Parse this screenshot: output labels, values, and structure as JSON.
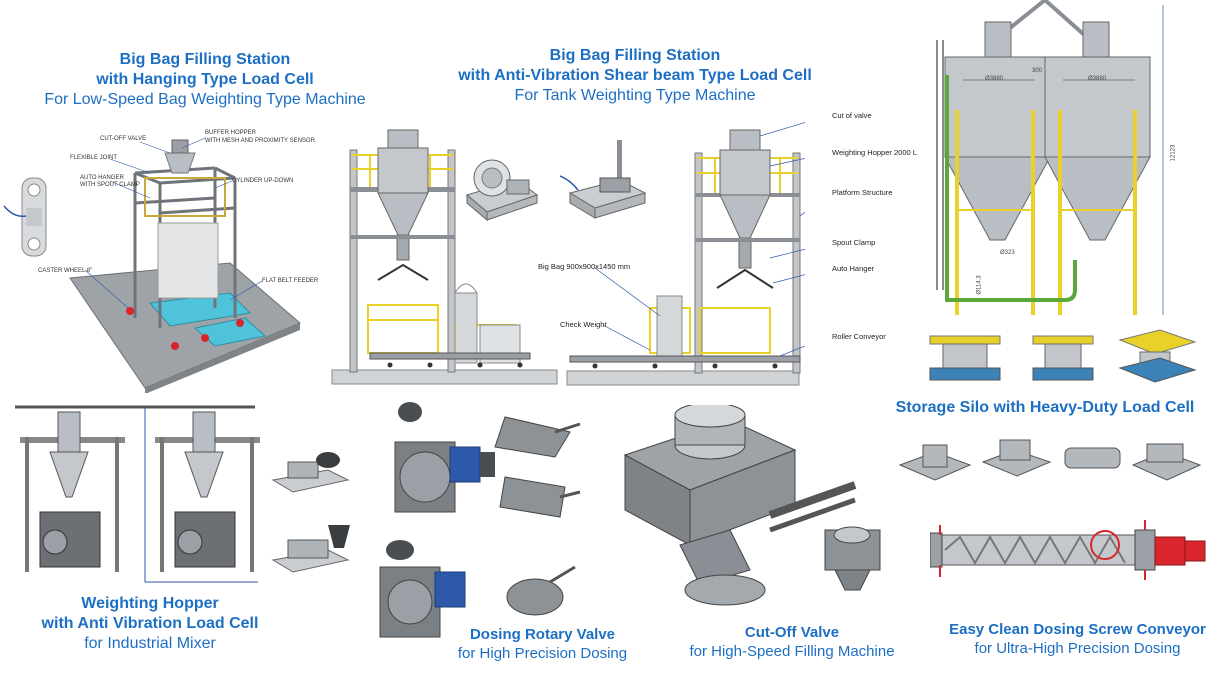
{
  "captions": {
    "hanging": {
      "line1": "Big Bag Filling Station",
      "line2": "with Hanging Type Load Cell",
      "line3": "For Low-Speed  Bag Weighting Type Machine"
    },
    "shear": {
      "line1": "Big Bag Filling Station",
      "line2": "with Anti-Vibration  Shear beam Type Load Cell",
      "line3": "For Tank Weighting Type Machine"
    },
    "silo": {
      "line1": "Storage Silo with Heavy-Duty  Load Cell"
    },
    "hopper": {
      "line1": "Weighting  Hopper",
      "line2": "with Anti Vibration  Load Cell",
      "line3": "for Industrial Mixer"
    },
    "rotary": {
      "line1": "Dosing Rotary Valve",
      "line2": "for High Precision Dosing"
    },
    "cutoff": {
      "line1": "Cut-Off Valve",
      "line2": "for High-Speed Filling Machine"
    },
    "screw": {
      "line1": "Easy Clean Dosing Screw Conveyor",
      "line2": "for Ultra-High Precision Dosing"
    }
  },
  "hanging_labels": {
    "cut_off_valve": "CUT-OFF VALVE",
    "buffer_hopper": "BUFFER HOPPER",
    "mesh_sensor": "WITH MESH AND PROXIMITY SENSOR",
    "flexible_joint": "FLEXIBLE JOINT",
    "auto_hanger": "AUTO HANGER",
    "spout_clamp": "WITH SPOUT CLAMP",
    "cylinder": "CYLINDER UP-DOWN",
    "caster_wheel": "CASTER WHEEL 8\"",
    "flat_belt": "FLAT BELT FEEDER"
  },
  "shear_labels": {
    "cut_of_valve": "Cut of valve",
    "weighting_hopper": "Weighting Hopper 2000 L",
    "platform": "Platform Structure",
    "spout_clamp": "Spout Clamp",
    "auto_hanger": "Auto Hanger",
    "big_bag": "Big Bag  900x900x1450 mm",
    "check_weight": "Check Weight",
    "roller": "Roller Conveyor"
  },
  "silo_dims": {
    "d1": "Ø3880",
    "d2": "Ø3880",
    "gap": "300",
    "height": "12123",
    "outlet": "Ø323",
    "pipe": "Ø114.3"
  },
  "colors": {
    "caption_blue": "#1d6fc4",
    "frame_gray": "#8a8f96",
    "steel": "#b9bec4",
    "yellow_rail": "#e8d22a",
    "green_pipe": "#5aa83c",
    "teal_belt": "#4fc3d9",
    "blue_motor": "#2c5aa8",
    "red_motor": "#d8262c"
  }
}
